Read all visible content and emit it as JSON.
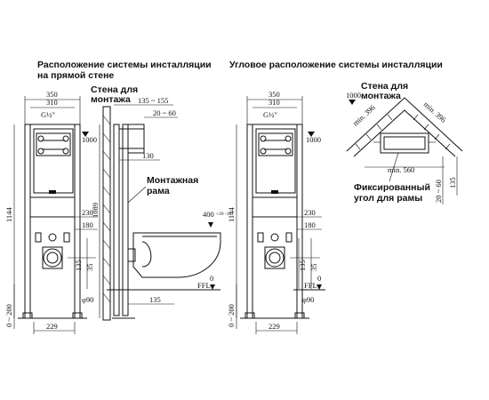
{
  "titles": {
    "left": [
      "Расположение  системы инсталляции",
      "на прямой  стене"
    ],
    "right": "Угловое расположение системы инсталляции"
  },
  "labels": {
    "wall_left": [
      "Стена для",
      "монтажа"
    ],
    "frame": [
      "Монтажная",
      "рама"
    ],
    "wall_right": [
      "Стена для",
      "монтажа"
    ],
    "fixed_corner": [
      "Фиксированный",
      "угол для рамы"
    ]
  },
  "dimensions": {
    "w350_left": "350",
    "w310_left": "310",
    "h1000_left": "1000",
    "h1144_left": "1144",
    "h1089": "1089",
    "h230_left": "230",
    "h180_left": "180",
    "h135_left": "135",
    "h35_left": "35",
    "h0200_left": "0 ~ 200",
    "d90_left": "φ90",
    "w229_left": "229",
    "w135_155": "135 ~ 155",
    "w20_60_left": "20 ~ 60",
    "h130": "130",
    "h400": "400",
    "tol400": "+20 -10",
    "w135_bottom": "135",
    "ffl_left": "FFL",
    "zero_left": "0",
    "w350_right": "350",
    "w310_right": "310",
    "h1000_right": "1000",
    "h1144_right": "1144",
    "h230_right": "230",
    "h180_right": "180",
    "h135_right": "135",
    "h35_right": "35",
    "h0200_right": "0 ~ 200",
    "d90_right": "φ90",
    "w229_right": "229",
    "ffl_right": "FFL",
    "zero_right": "0",
    "h1000_corner": "1000",
    "min396_a": "min. 396",
    "min396_b": "min. 396",
    "min560": "min. 560",
    "w20_60_corner": "20 ~ 60",
    "h135_corner": "135",
    "g12_left": "G½\"",
    "g12_right": "G½\""
  }
}
